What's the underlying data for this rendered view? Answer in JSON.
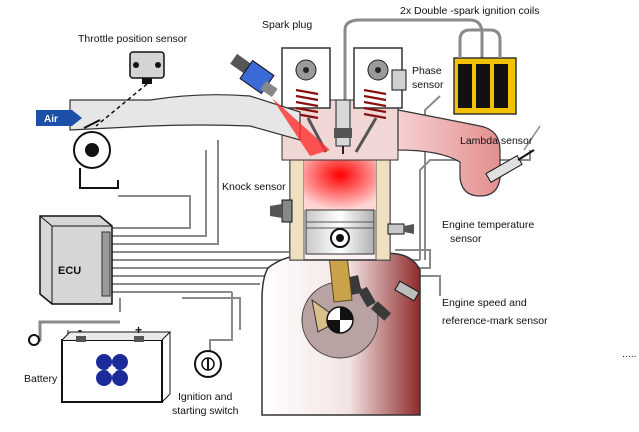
{
  "labels": {
    "throttle_position_sensor": "Throttle position sensor",
    "spark_plug": "Spark plug",
    "ignition_coils": "2x Double -spark ignition coils",
    "phase_sensor_line1": "Phase",
    "phase_sensor_line2": "sensor",
    "air": "Air",
    "lambda_sensor": "Lambda sensor",
    "knock_sensor": "Knock sensor",
    "engine_temperature_line1": "Engine temperature",
    "engine_temperature_line2": "sensor",
    "ecu": "ECU",
    "engine_speed_line1": "Engine speed and",
    "engine_speed_line2": "reference-mark sensor",
    "battery": "Battery",
    "battery_minus": "-",
    "battery_plus": "+",
    "ignition_switch_line1": "Ignition and",
    "ignition_switch_line2": "starting switch",
    "ellipsis": "....."
  },
  "colors": {
    "wire": "#8a8a8a",
    "intake_pipe": "#e6e6e6",
    "exhaust_pipe": "#e9a6a6",
    "engine_block": "#f4e6e6",
    "engine_block_dark": "#8e2a2a",
    "combustion": "#ff2a2a",
    "air_badge": "#1c4fa8",
    "coil_yellow": "#f2c200",
    "battery_logo": "#1c2a9a"
  }
}
